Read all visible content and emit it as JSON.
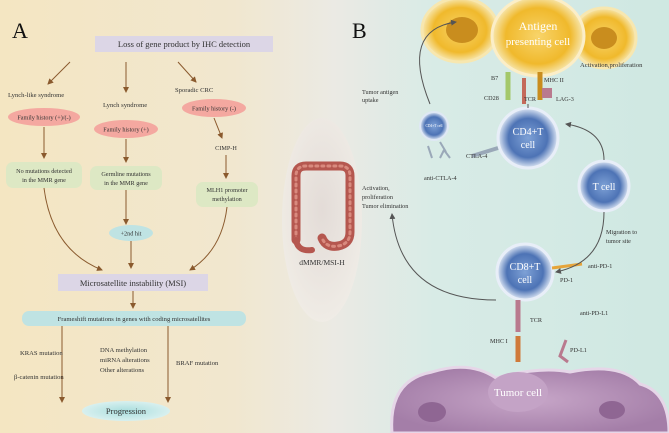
{
  "panel_a": {
    "letter": "A",
    "top_box": "Loss of gene product by IHC detection",
    "lynch_like": "Lynch-like syndrome",
    "lynch": "Lynch syndrome",
    "sporadic": "Sporadic CRC",
    "fh_lynch_like": "Family history (+)/(-)",
    "fh_lynch": "Family history (+)",
    "fh_sporadic": "Family history (-)",
    "cimp": "CIMP-H",
    "no_mut_1": "No mutations detected",
    "no_mut_2": "in the MMR gene",
    "germ_1": "Germline mutations",
    "germ_2": "in the MMR gene",
    "mlh1_1": "MLH1 promoter",
    "mlh1_2": "methylation",
    "second_hit": "+2nd hit",
    "msi": "Microsatellite instability (MSI)",
    "frameshift": "Frameshift mutations in genes with coding microsatellites",
    "kras": "KRAS mutation",
    "beta_catenin": "β-catenin mutation",
    "dna_meth": "DNA methylation",
    "mirna": "miRNA alterations",
    "other_alt": "Other alterations",
    "braf": "BRAF mutation",
    "progression": "Progression"
  },
  "center": {
    "label": "dMMR/MSI-H"
  },
  "panel_b": {
    "letter": "B",
    "apc_1": "Antigen",
    "apc_2": "presenting cell",
    "activation_prolif": "Activation,proliferation",
    "b7": "B7",
    "cd28": "CD28",
    "tcr_top": "TCR",
    "mhc2": "MHC II",
    "lag3": "LAG-3",
    "tumor_antigen_1": "Tumor antigen",
    "tumor_antigen_2": "uptake",
    "small_cell": "CD4+T cell",
    "cd4_1": "CD4+T",
    "cd4_2": "cell",
    "ctla4": "CTLA-4",
    "anti_ctla4": "anti-CTLA-4",
    "act_1": "Activation,",
    "act_2": "proliferation",
    "act_3": "Tumor elimination",
    "t_cell": "T cell",
    "migration_1": "Migration to",
    "migration_2": "tumor site",
    "cd8_1": "CD8+T",
    "cd8_2": "cell",
    "anti_pd1": "anti-PD-1",
    "pd1": "PD-1",
    "tcr_bottom": "TCR",
    "anti_pdl1": "anti-PD-L1",
    "mhc1": "MHC I",
    "pdl1": "PD-L1",
    "tumor_cell": "Tumor cell"
  },
  "colors": {
    "pink_pill": "#f4a8a0",
    "green_box": "#dde8c4",
    "teal_box": "#bfe3e3",
    "cell_blue": "#5f86c4",
    "apc_yellow": "#f2c540",
    "tumor_purple": "#b28bb4",
    "arrow_brown": "#9a6a3a"
  }
}
